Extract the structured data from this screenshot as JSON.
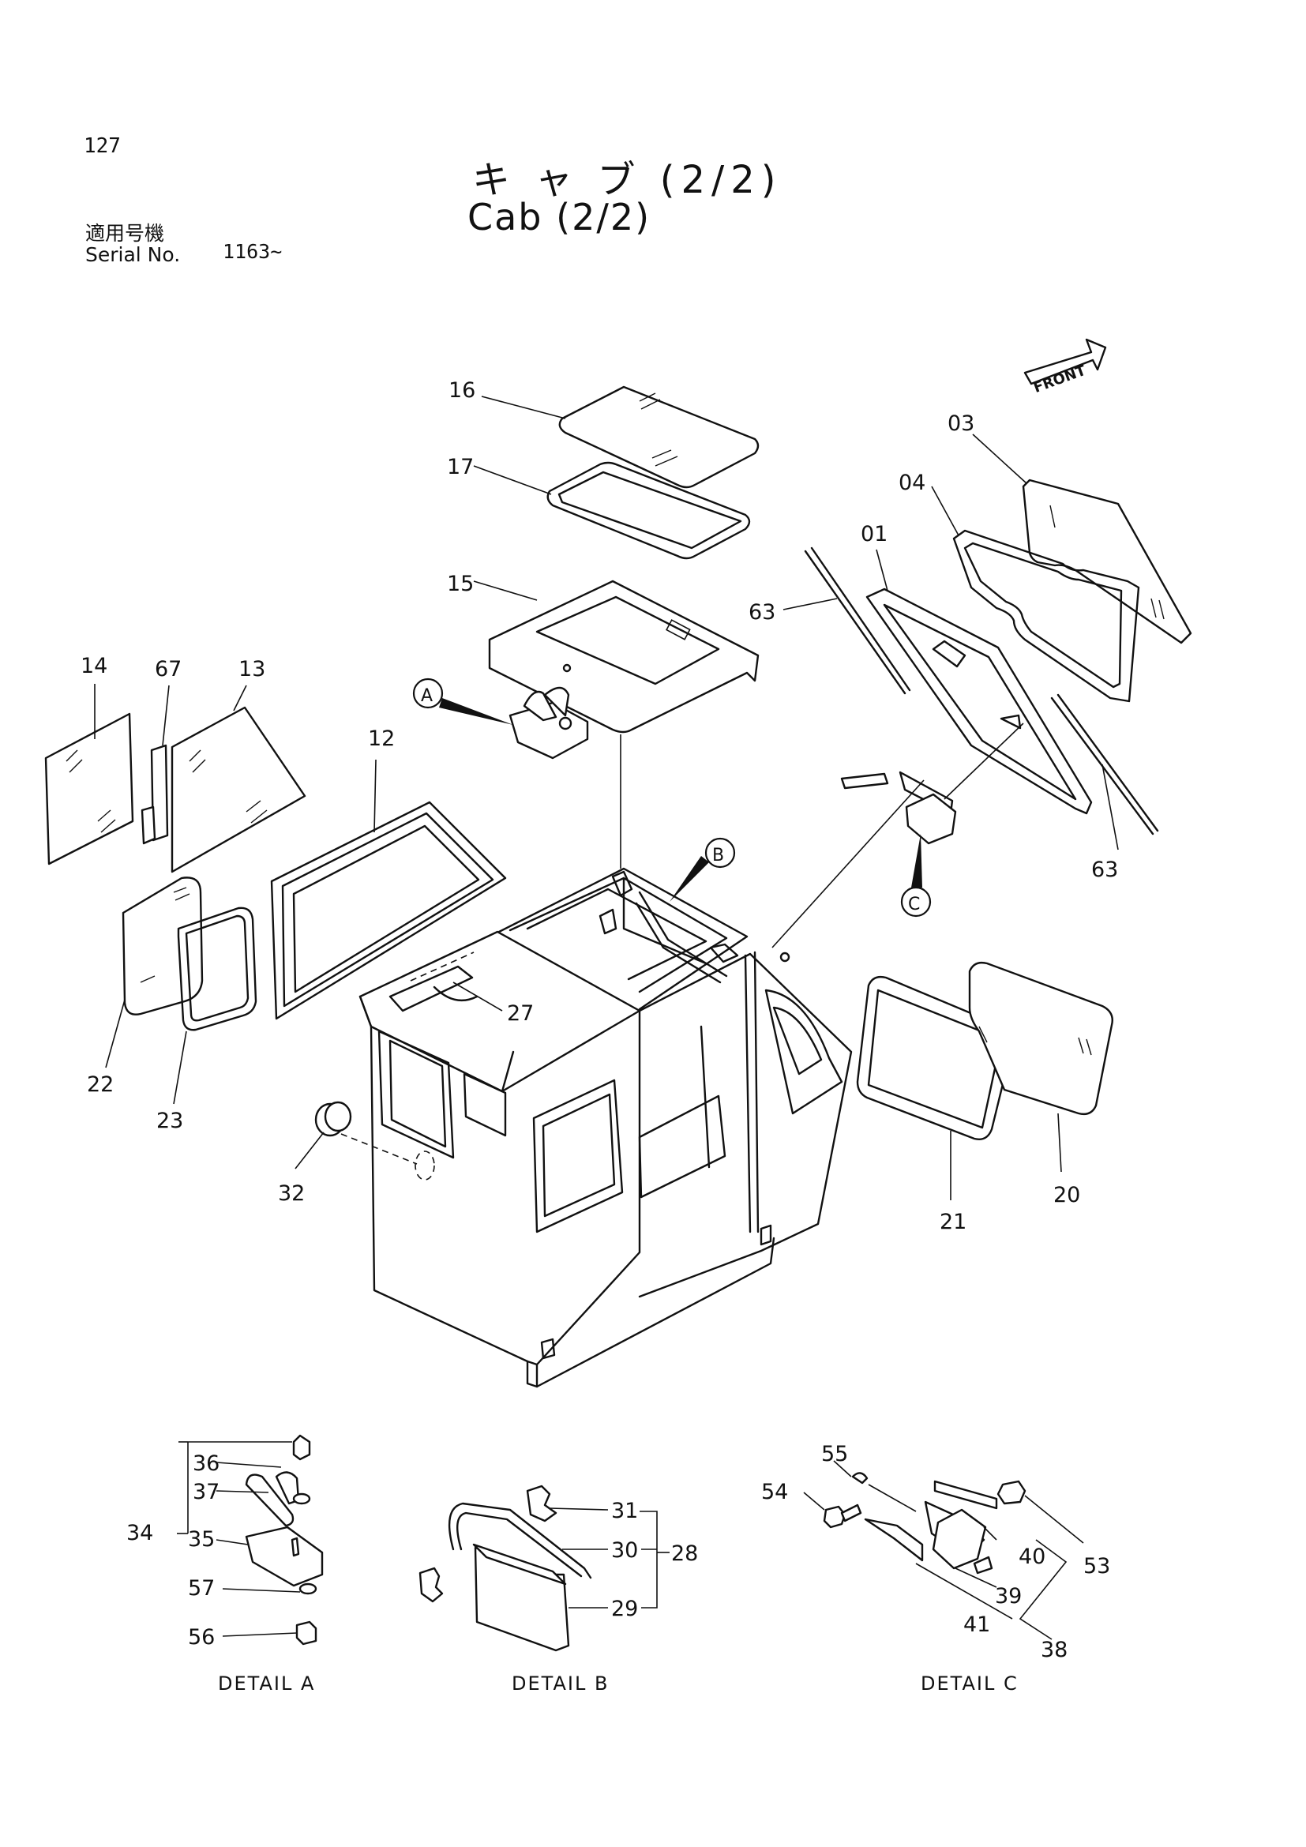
{
  "page_number": "127",
  "title_jp": "キ ャ ブ (2/2)",
  "title_en": "Cab (2/2)",
  "serial_label_jp": "適用号機",
  "serial_label_en": "Serial No.",
  "serial_value": "1163~",
  "front_label": "FRONT",
  "callouts": {
    "a": "A",
    "b": "B",
    "c": "C"
  },
  "parts": {
    "p16": "16",
    "p17": "17",
    "p15": "15",
    "p03": "03",
    "p04": "04",
    "p01": "01",
    "p63a": "63",
    "p63b": "63",
    "p14": "14",
    "p67": "67",
    "p13": "13",
    "p12": "12",
    "p22": "22",
    "p23": "23",
    "p27": "27",
    "p32": "32",
    "p21": "21",
    "p20": "20",
    "p36": "36",
    "p37": "37",
    "p34": "34",
    "p35": "35",
    "p57": "57",
    "p56": "56",
    "p31": "31",
    "p30": "30",
    "p28": "28",
    "p29": "29",
    "p55": "55",
    "p54": "54",
    "p53": "53",
    "p40": "40",
    "p39": "39",
    "p41": "41",
    "p38": "38"
  },
  "details": {
    "a": "DETAIL A",
    "b": "DETAIL B",
    "c": "DETAIL C"
  }
}
